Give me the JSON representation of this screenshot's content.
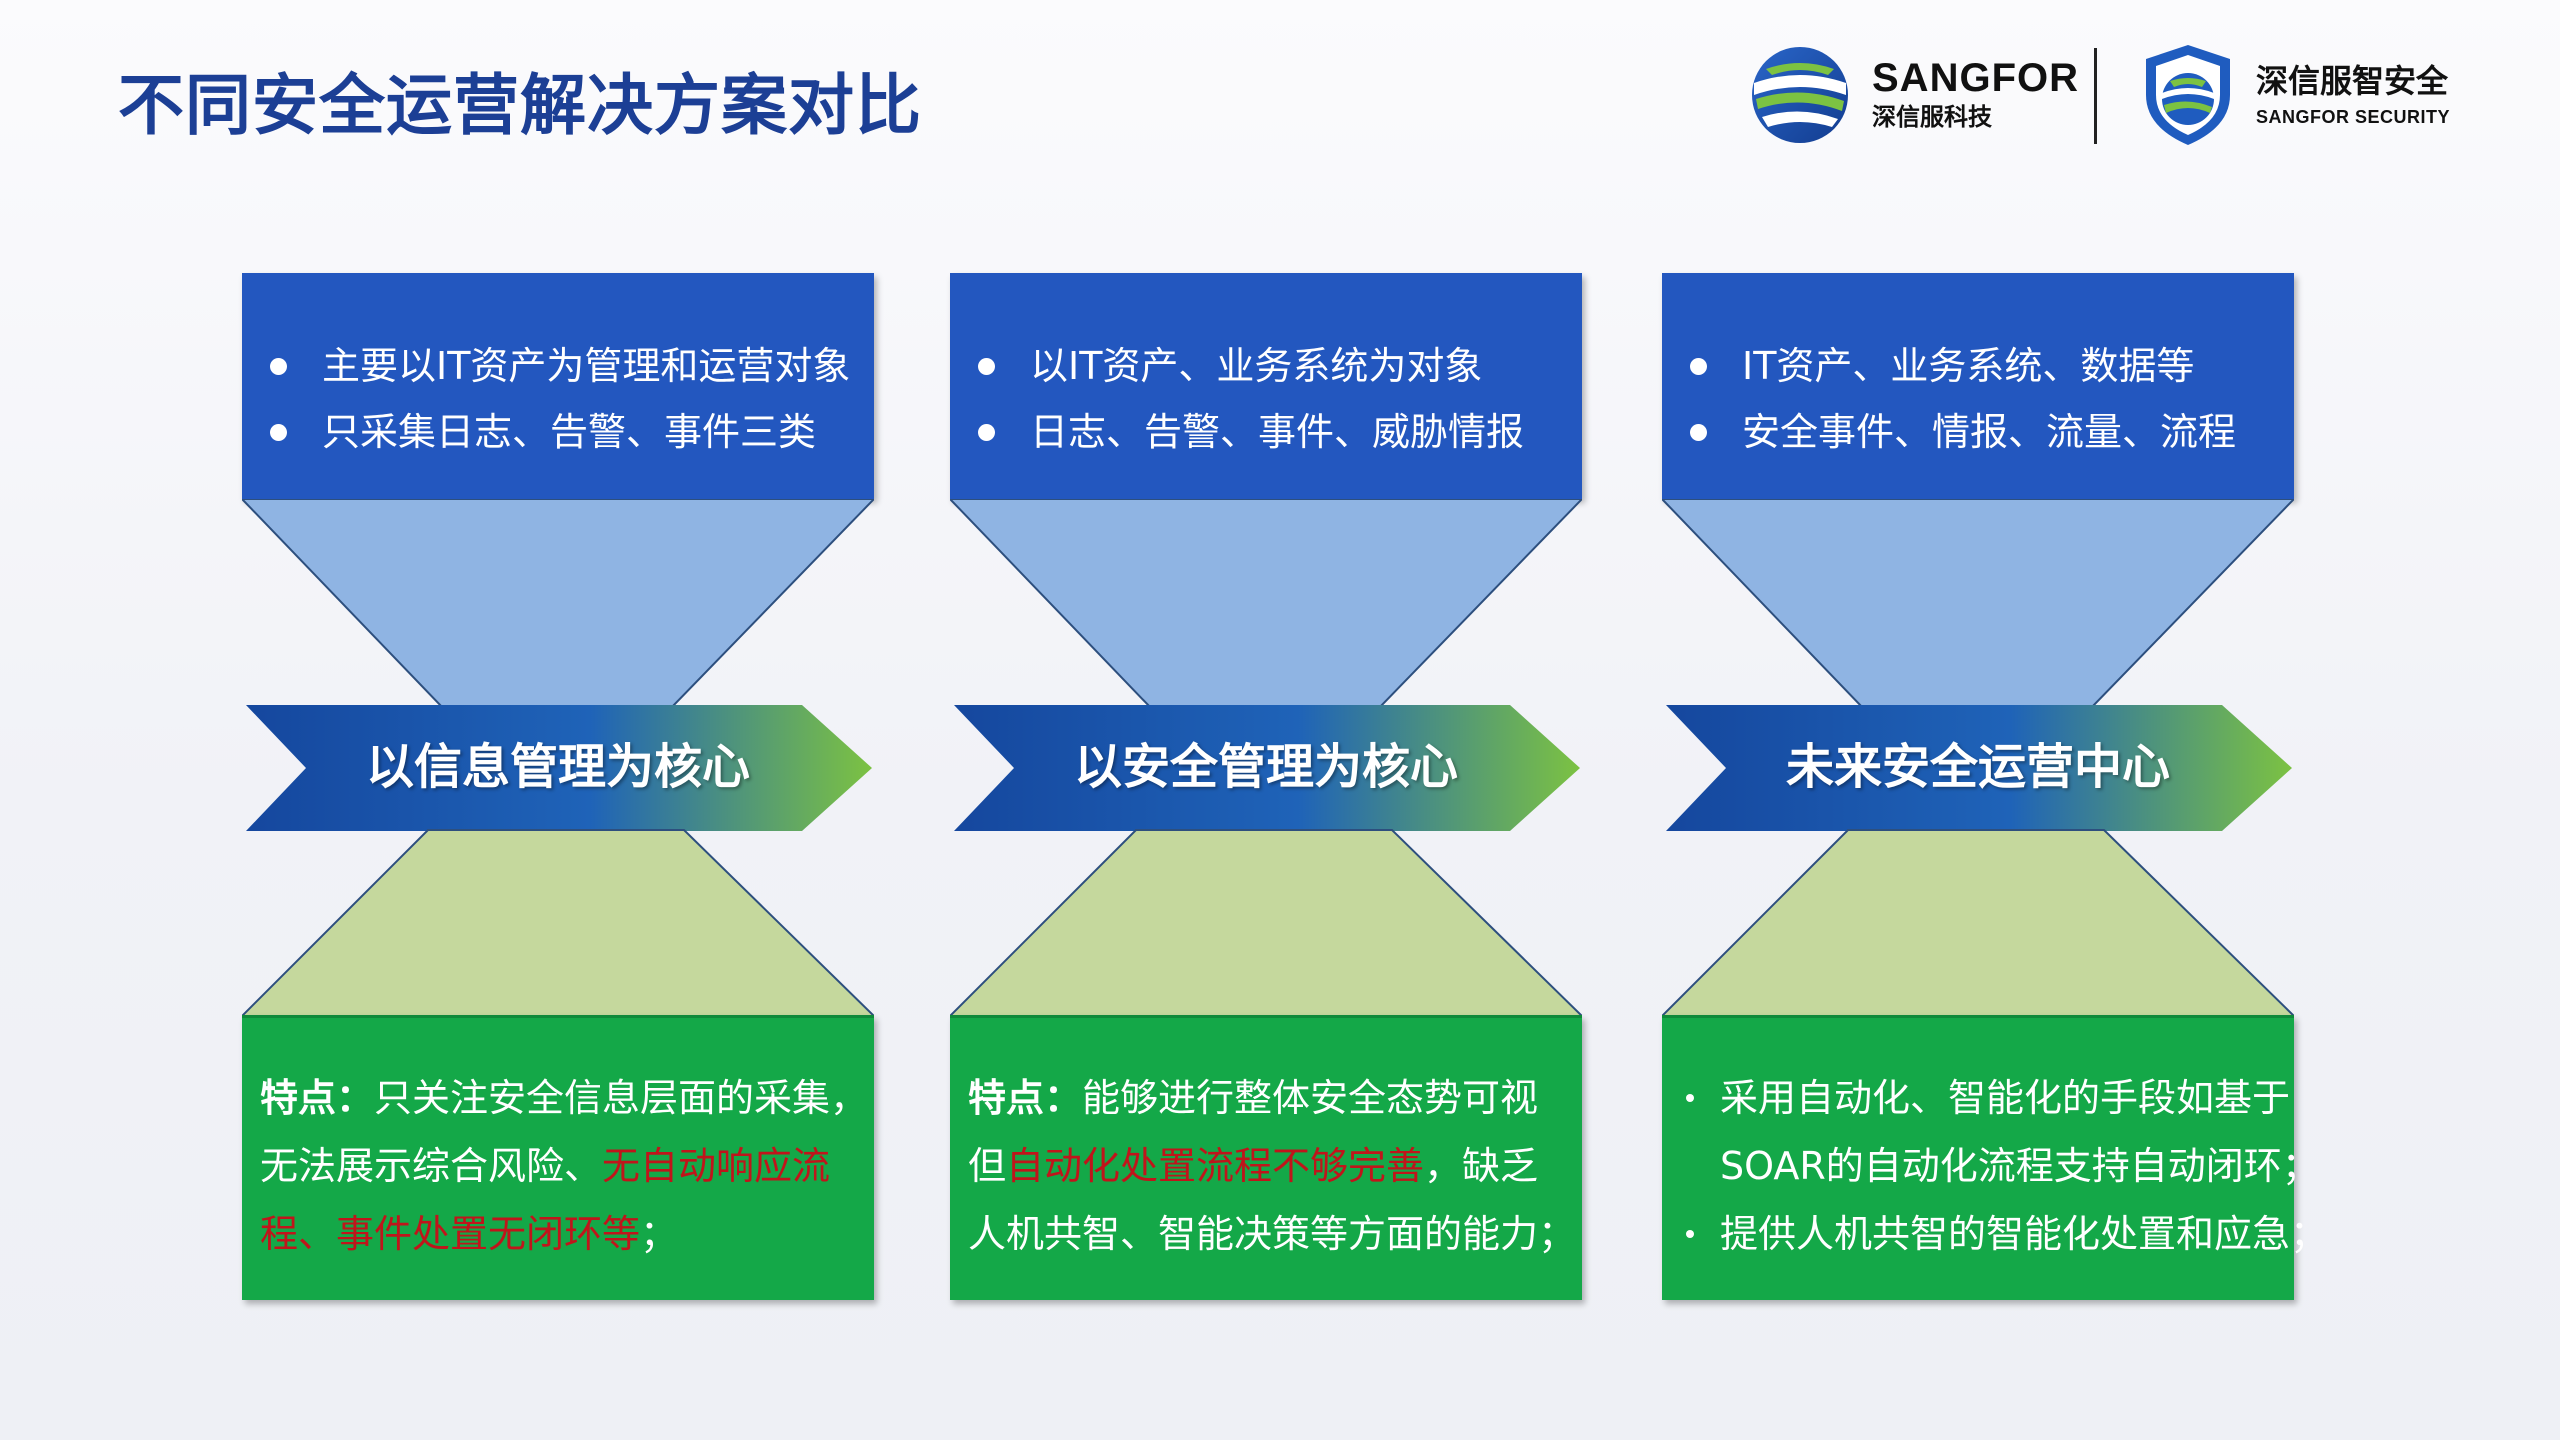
{
  "page": {
    "title": "不同安全运营解决方案对比"
  },
  "logos": {
    "left": {
      "brand_en": "SANGFOR",
      "brand_cn": "深信服科技"
    },
    "right": {
      "brand_cn": "深信服智安全",
      "brand_en": "SANGFOR SECURITY"
    }
  },
  "colors": {
    "title": "#1c3f95",
    "top_box": "#2357bf",
    "funnel_top": "#8fb4e3",
    "funnel_bottom": "#c5d89d",
    "chevron_start": "#15479e",
    "chevron_end": "#7cc242",
    "bottom_box": "#14a848",
    "highlight_red": "#c0151b"
  },
  "columns": [
    {
      "top_items": [
        "主要以IT资产为管理和运营对象",
        "只采集日志、告警、事件三类"
      ],
      "chevron_label": "以信息管理为核心",
      "bottom": {
        "label": "特点：",
        "line1_text": "只关注安全信息层面的采集，",
        "line2_text": "无法展示综合风险、",
        "line2_red": "无自动响应流",
        "line3_red": "程、事件处置无闭环等",
        "line3_text": "；"
      }
    },
    {
      "top_items": [
        "以IT资产、业务系统为对象",
        "日志、告警、事件、威胁情报"
      ],
      "chevron_label": "以安全管理为核心",
      "bottom": {
        "label": "特点：",
        "line1_text": "能够进行整体安全态势可视",
        "line2_text_a": "但",
        "line2_red": "自动化处置流程不够完善",
        "line2_text_b": "，缺乏",
        "line3_text": "人机共智、智能决策等方面的能力；"
      }
    },
    {
      "top_items": [
        "IT资产、业务系统、数据等",
        "安全事件、情报、流量、流程"
      ],
      "chevron_label": "未来安全运营中心",
      "bottom": {
        "bullet1_line1": "采用自动化、智能化的手段如基于",
        "bullet1_line2": "SOAR的自动化流程支持自动闭环；",
        "bullet2": "提供人机共智的智能化处置和应急；"
      }
    }
  ]
}
